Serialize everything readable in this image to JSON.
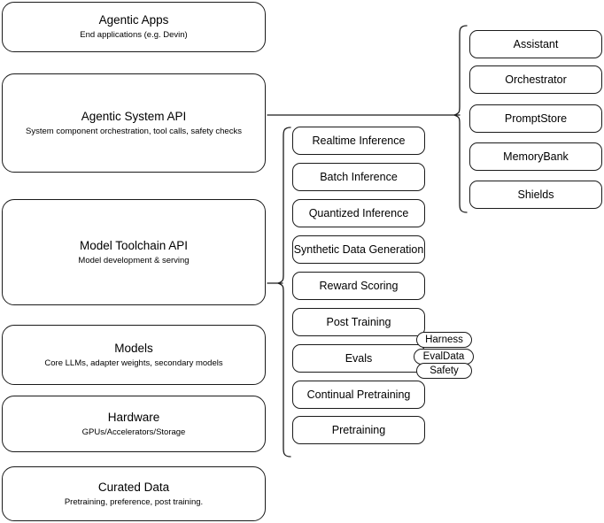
{
  "diagram": {
    "title": "Llama Stack layered architecture diagram",
    "stroke_color": "#1a1a1a",
    "fill_color": "#ffffff",
    "left_stack": [
      {
        "id": "agentic-apps",
        "title": "Agentic Apps",
        "subtitle": "End applications (e.g. Devin)"
      },
      {
        "id": "agentic-system-api",
        "title": "Agentic System API",
        "subtitle": "System component orchestration, tool calls, safety checks"
      },
      {
        "id": "model-toolchain-api",
        "title": "Model Toolchain API",
        "subtitle": "Model development & serving"
      },
      {
        "id": "models",
        "title": "Models",
        "subtitle": "Core LLMs, adapter weights, secondary models"
      },
      {
        "id": "hardware",
        "title": "Hardware",
        "subtitle": "GPUs/Accelerators/Storage"
      },
      {
        "id": "curated-data",
        "title": "Curated Data",
        "subtitle": "Pretraining, preference, post training."
      }
    ],
    "middle_column": [
      {
        "id": "realtime-inference",
        "label": "Realtime Inference"
      },
      {
        "id": "batch-inference",
        "label": "Batch Inference"
      },
      {
        "id": "quantized-inference",
        "label": "Quantized Inference"
      },
      {
        "id": "synthetic-data-generation",
        "label": "Synthetic Data Generation"
      },
      {
        "id": "reward-scoring",
        "label": "Reward Scoring"
      },
      {
        "id": "post-training",
        "label": "Post Training"
      },
      {
        "id": "evals",
        "label": "Evals"
      },
      {
        "id": "continual-pretraining",
        "label": "Continual Pretraining"
      },
      {
        "id": "pretraining",
        "label": "Pretraining"
      }
    ],
    "right_column": [
      {
        "id": "assistant",
        "label": "Assistant"
      },
      {
        "id": "orchestrator",
        "label": "Orchestrator"
      },
      {
        "id": "promptstore",
        "label": "PromptStore"
      },
      {
        "id": "memorybank",
        "label": "MemoryBank"
      },
      {
        "id": "shields",
        "label": "Shields"
      }
    ],
    "eval_tags": [
      {
        "id": "harness",
        "label": "Harness"
      },
      {
        "id": "evaldata",
        "label": "EvalData"
      },
      {
        "id": "safety",
        "label": "Safety"
      }
    ]
  }
}
